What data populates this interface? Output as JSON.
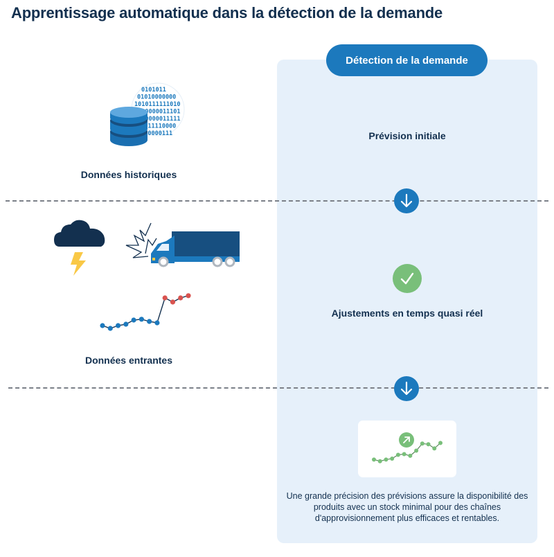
{
  "title": "Apprentissage automatique dans la détection de la demande",
  "left_column": {
    "historical": {
      "label": "Données historiques",
      "icon": "database-binary-icon",
      "binary_rows": [
        "0101011",
        "01010000000",
        "1010111111010",
        "1000000011101",
        "0000000011111",
        "01011110000",
        "0000000111"
      ]
    },
    "incoming": {
      "label": "Données entrantes",
      "icons": [
        "storm-cloud-icon",
        "truck-disruption-icon",
        "line-chart-spike-icon"
      ]
    }
  },
  "right_panel": {
    "header": "Détection de la demande",
    "steps": [
      {
        "label": "Prévision initiale"
      },
      {
        "label": "Ajustements en temps quasi réel",
        "icon": "check-icon"
      },
      {
        "icon": "trend-up-chart-icon"
      }
    ],
    "description": "Une grande précision des prévisions assure la disponibilité des produits avec un stock minimal pour des chaînes d'approvisionnement plus efficaces et rentables."
  },
  "connectors": [
    "arrow-down-icon",
    "arrow-down-icon"
  ],
  "colors": {
    "primary": "#1c79bd",
    "dark": "#13304f",
    "panel": "#e6f0fa",
    "green": "#79bf7a",
    "red": "#d9534f",
    "yellow": "#f9c846"
  },
  "mini_charts": {
    "incoming_series": {
      "normal": [
        2,
        1,
        2,
        2.5,
        4,
        4.3,
        3.5,
        3
      ],
      "anomaly": [
        12,
        10.5,
        12,
        12.8
      ]
    },
    "forecast_series": [
      2,
      1.5,
      2,
      2.3,
      3.5,
      3.7,
      3.2,
      4.8,
      7,
      6.8,
      5.5,
      7.2
    ]
  }
}
